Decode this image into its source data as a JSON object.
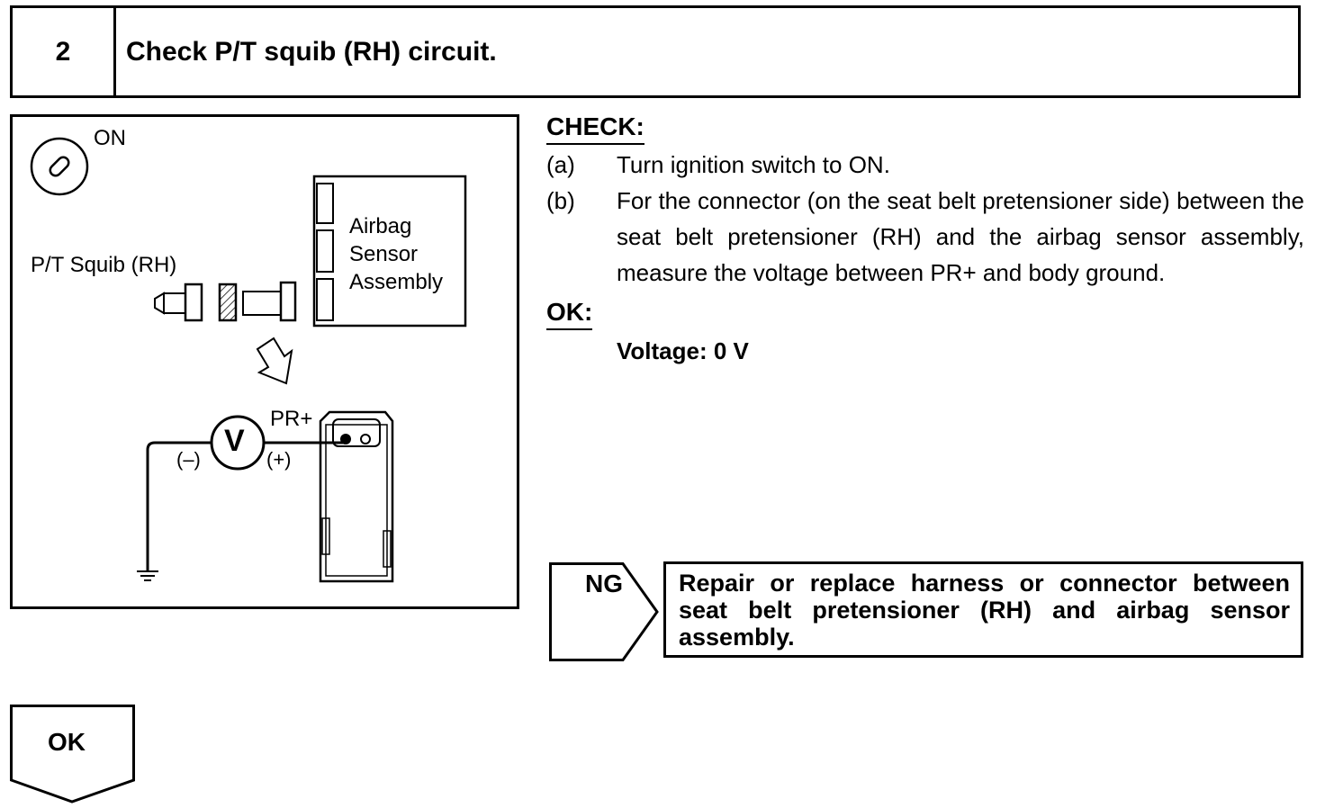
{
  "step": {
    "number": "2",
    "title": "Check P/T squib (RH) circuit."
  },
  "figure": {
    "ignition_label": "ON",
    "squib_label": "P/T Squib (RH)",
    "sensor_label_line1": "Airbag",
    "sensor_label_line2": "Sensor",
    "sensor_label_line3": "Assembly",
    "terminal_label": "PR+",
    "meter_symbol": "V",
    "neg_label": "(–)",
    "pos_label": "(+)"
  },
  "check": {
    "heading": "CHECK:",
    "items": [
      {
        "tag": "(a)",
        "text": "Turn ignition switch to ON."
      },
      {
        "tag": "(b)",
        "text": "For the connector (on the seat belt pretensioner side) between the seat belt pretensioner (RH) and the airbag sensor assembly, measure the voltage between PR+ and body ground."
      }
    ]
  },
  "ok_spec": {
    "heading": "OK:",
    "value": "Voltage: 0 V"
  },
  "ng": {
    "label": "NG",
    "action": "Repair or replace harness or connector between seat belt pretensioner (RH) and airbag sensor assembly."
  },
  "ok_flow": {
    "label": "OK"
  }
}
